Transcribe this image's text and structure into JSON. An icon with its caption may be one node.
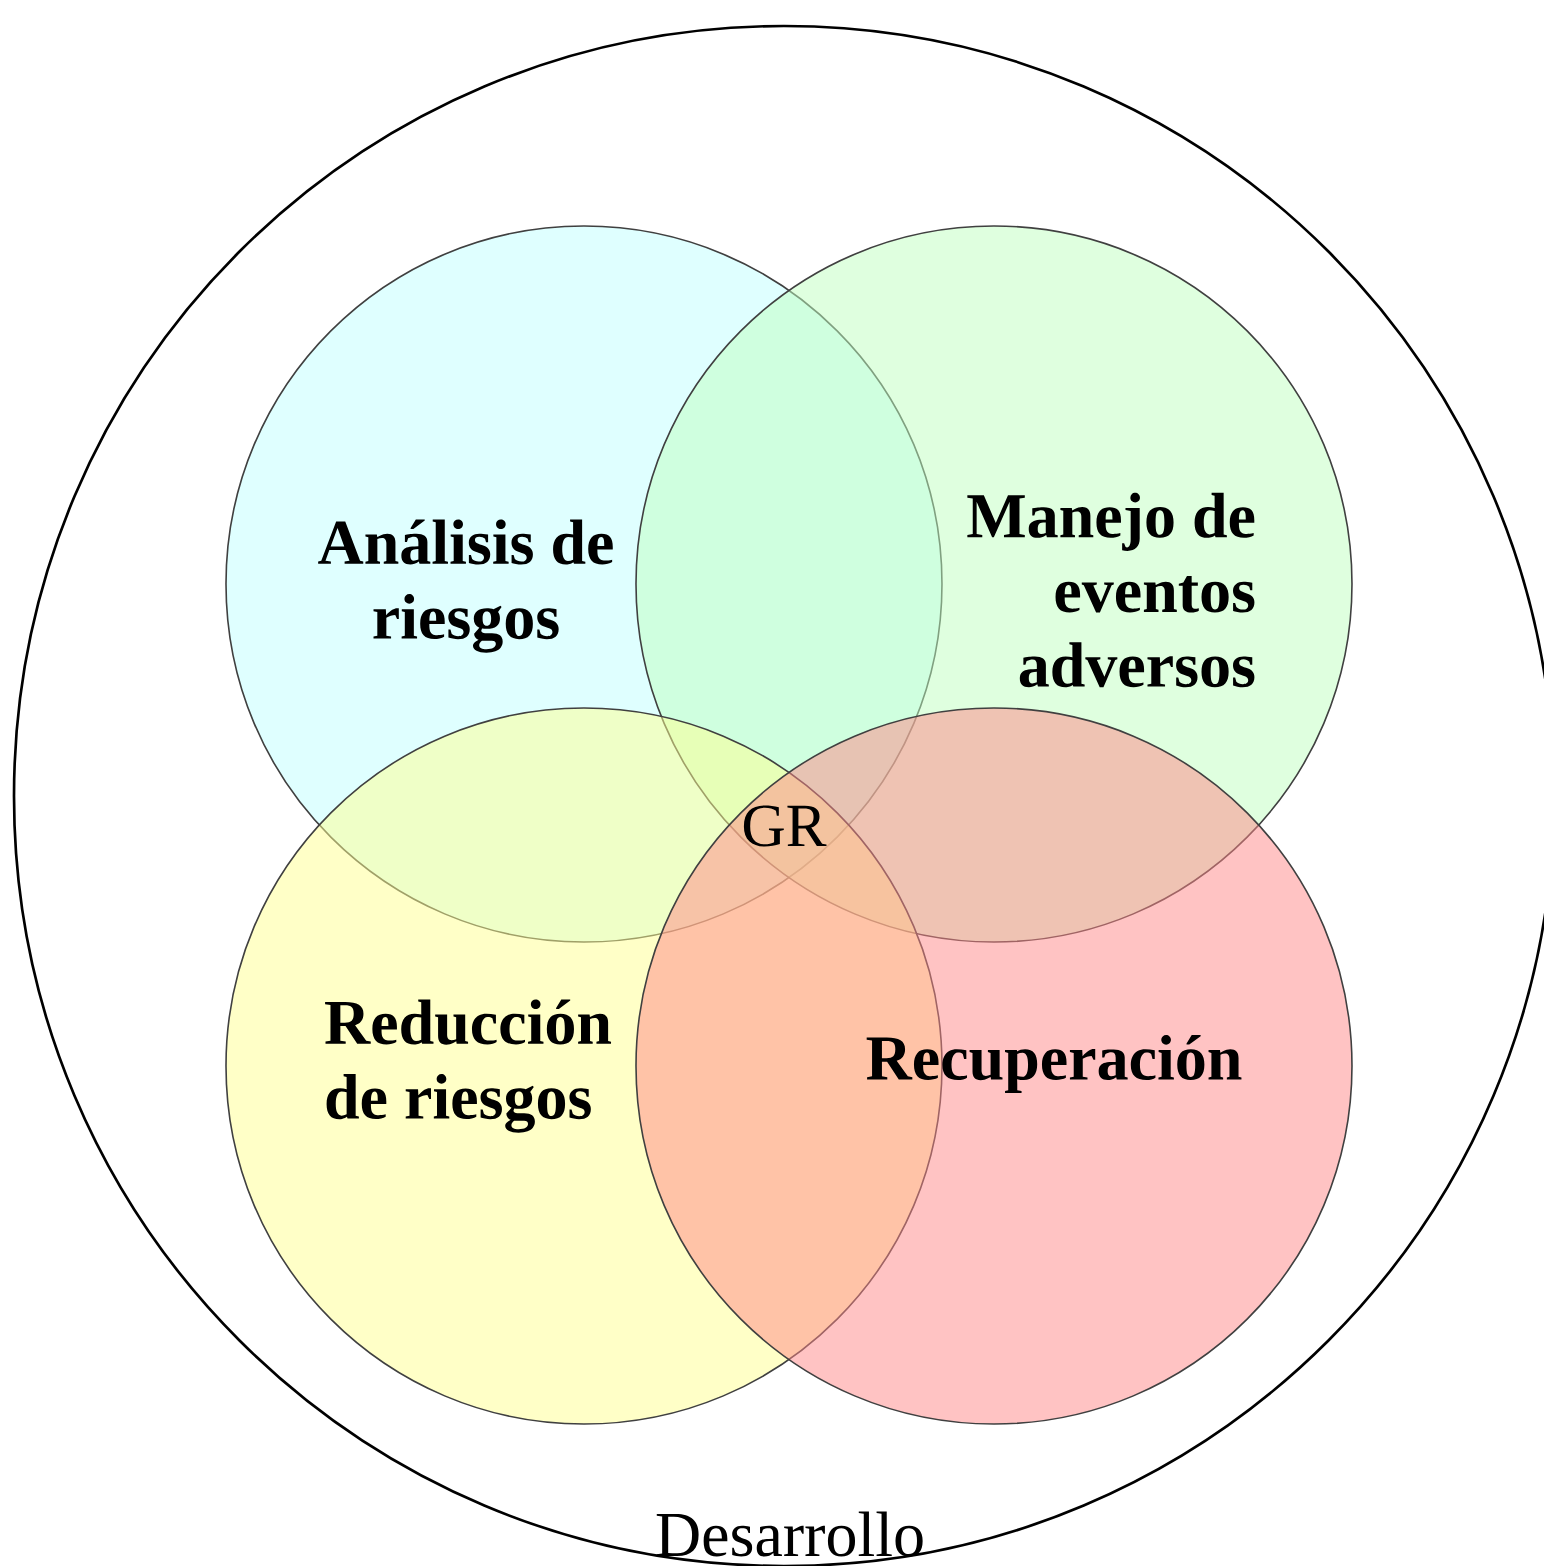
{
  "diagram": {
    "nodes": [
      {
        "text": [
          "Desarrollo"
        ]
      },
      {
        "text": [
          "Análisis de riesgos"
        ],
        "in": 0
      },
      {
        "text": [
          "Manejo de eventos adversos"
        ],
        "in": 0
      },
      {
        "text": [
          "Reducción de riesgos"
        ],
        "in": 0
      },
      {
        "text": [
          "Recuperación"
        ],
        "in": 0
      }
    ],
    "labels": [
      "GR"
    ]
  }
}
